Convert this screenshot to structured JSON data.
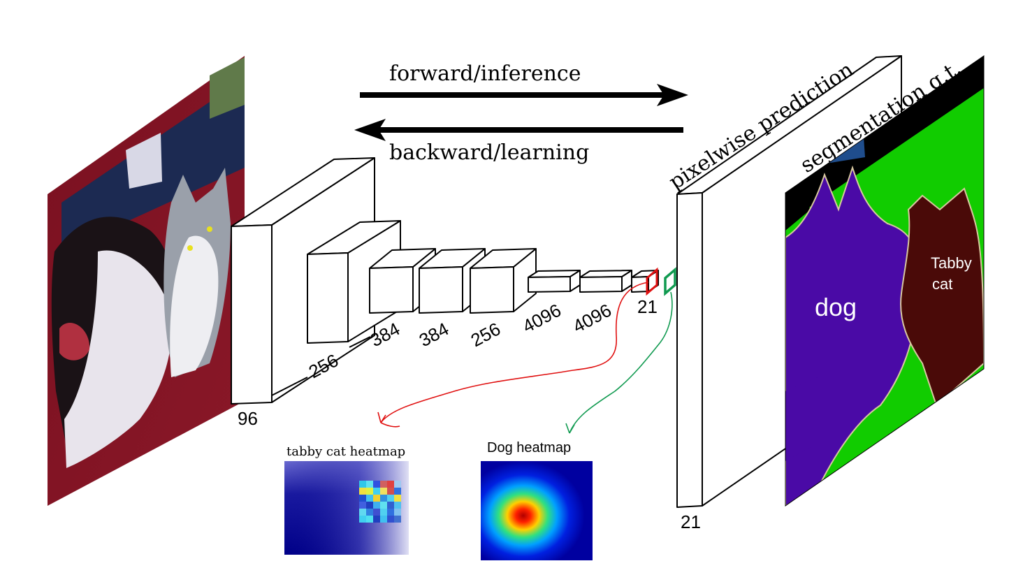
{
  "arrows": {
    "forward_label": "forward/inference",
    "backward_label": "backward/learning"
  },
  "layers": {
    "input": "96",
    "l2": "256",
    "l3": "384",
    "l4": "384",
    "l5": "256",
    "l6": "4096",
    "l7": "4096",
    "l8": "21",
    "output": "21"
  },
  "output_panel": {
    "prediction_label": "pixelwise prediction",
    "gt_label": "segmentation g.t."
  },
  "segmentation": {
    "dog_label": "dog",
    "cat_label_line1": "Tabby",
    "cat_label_line2": "cat",
    "colors": {
      "background": "#11cc00",
      "dog": "#4a0aa6",
      "cat": "#4a0a08",
      "void": "#000000",
      "sofa_patch": "#1f4d8c"
    }
  },
  "heatmaps": {
    "cat_title": "tabby cat heatmap",
    "dog_title": "Dog heatmap"
  },
  "annotation_colors": {
    "cat_link": "#e01010",
    "dog_link": "#109a50"
  }
}
